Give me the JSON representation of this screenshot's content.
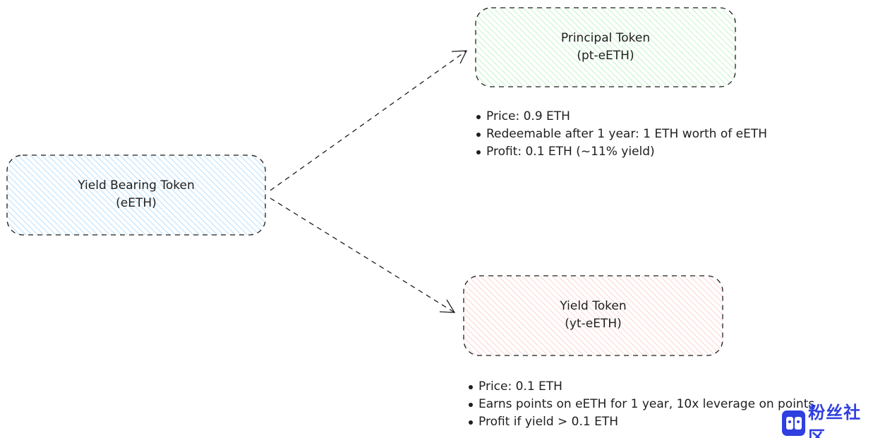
{
  "colors": {
    "stroke": "#1e1e1e",
    "yield_bearing_fill": "#a5d8ff",
    "principal_fill": "#b2f2bb",
    "yield_fill": "#ffc9c9",
    "watermark": "#2f3fe0"
  },
  "nodes": {
    "yield_bearing": {
      "line1": "Yield Bearing Token",
      "line2": "(eETH)"
    },
    "principal": {
      "line1": "Principal Token",
      "line2": "(pt-eETH)"
    },
    "yield": {
      "line1": "Yield Token",
      "line2": "(yt-eETH)"
    }
  },
  "notes": {
    "principal": [
      "Price: 0.9 ETH",
      "Redeemable after 1 year: 1 ETH worth of eETH",
      "Profit: 0.1 ETH (~11% yield)"
    ],
    "yield": [
      "Price: 0.1 ETH",
      "Earns points on eETH for 1 year, 10x leverage on points",
      "Profit if yield > 0.1 ETH"
    ]
  },
  "edges": [
    {
      "from": "yield_bearing",
      "to": "principal"
    },
    {
      "from": "yield_bearing",
      "to": "yield"
    }
  ],
  "watermark": {
    "text": "粉丝社区",
    "icon": "community-logo-icon"
  }
}
